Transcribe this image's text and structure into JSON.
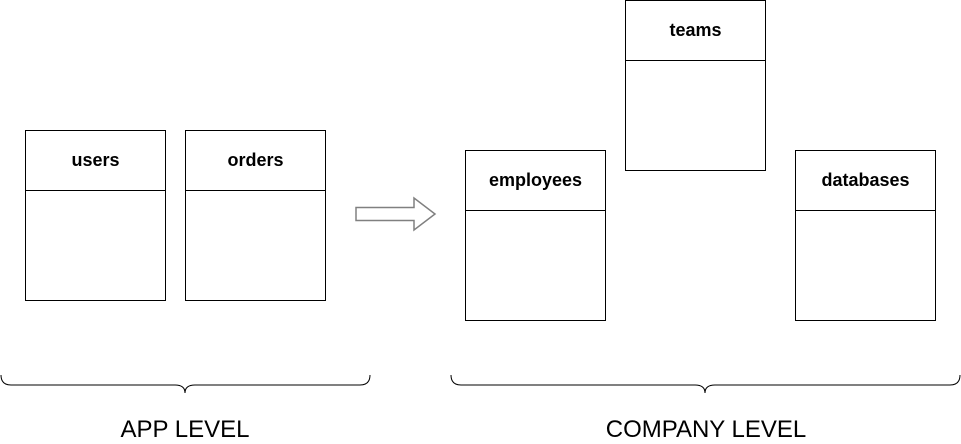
{
  "tables": {
    "users": {
      "title": "users"
    },
    "orders": {
      "title": "orders"
    },
    "employees": {
      "title": "employees"
    },
    "teams": {
      "title": "teams"
    },
    "databases": {
      "title": "databases"
    }
  },
  "groups": {
    "app_level": "APP LEVEL",
    "company_level": "COMPANY LEVEL"
  },
  "arrow": {
    "icon": "right-arrow-icon",
    "color": "#808080"
  }
}
